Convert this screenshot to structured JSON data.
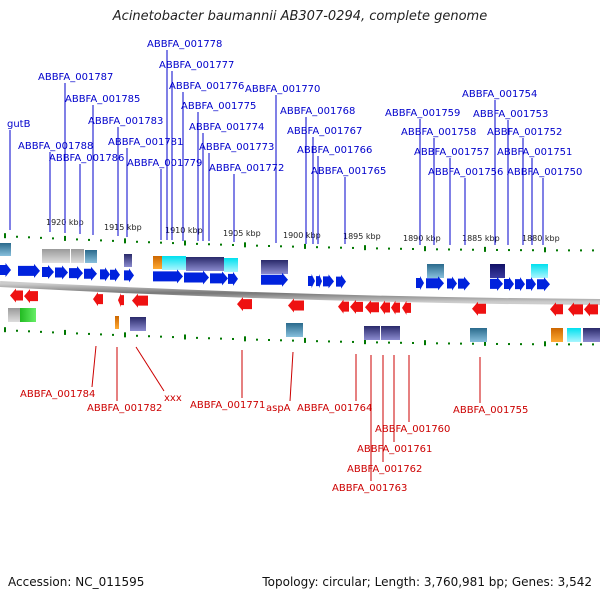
{
  "title": "Acinetobacter baumannii AB307-0294, complete genome",
  "footer": {
    "accession": "Accession: NC_011595",
    "stats": "Topology: circular; Length: 3,760,981 bp; Genes: 3,542"
  },
  "colors": {
    "forward": "#0022dd",
    "reverse": "#ee1111",
    "label_forward": "#0000cc",
    "label_reverse": "#cc0000",
    "backbone": "#888888",
    "tick": "#007700"
  },
  "scale_ticks": [
    "1920 kbp",
    "1915 kbp",
    "1910 kbp",
    "1905 kbp",
    "1900 kbp",
    "1895 kbp",
    "1890 kbp",
    "1885 kbp",
    "1880 kbp"
  ],
  "forward_labels": [
    "gutB",
    "ABBFA_001788",
    "ABBFA_001787",
    "ABBFA_001786",
    "ABBFA_001785",
    "ABBFA_001783",
    "ABBFA_001781",
    "ABBFA_001779",
    "ABBFA_001778",
    "ABBFA_001777",
    "ABBFA_001776",
    "ABBFA_001775",
    "ABBFA_001774",
    "ABBFA_001773",
    "ABBFA_001772",
    "ABBFA_001770",
    "ABBFA_001768",
    "ABBFA_001767",
    "ABBFA_001766",
    "ABBFA_001765",
    "ABBFA_001759",
    "ABBFA_001758",
    "ABBFA_001757",
    "ABBFA_001756",
    "ABBFA_001754",
    "ABBFA_001753",
    "ABBFA_001752",
    "ABBFA_001751",
    "ABBFA_001750"
  ],
  "reverse_labels": [
    "ABBFA_001784",
    "ABBFA_001782",
    "xxx",
    "ABBFA_001771",
    "aspA",
    "ABBFA_001764",
    "ABBFA_001760",
    "ABBFA_001761",
    "ABBFA_001762",
    "ABBFA_001763",
    "ABBFA_001755"
  ]
}
